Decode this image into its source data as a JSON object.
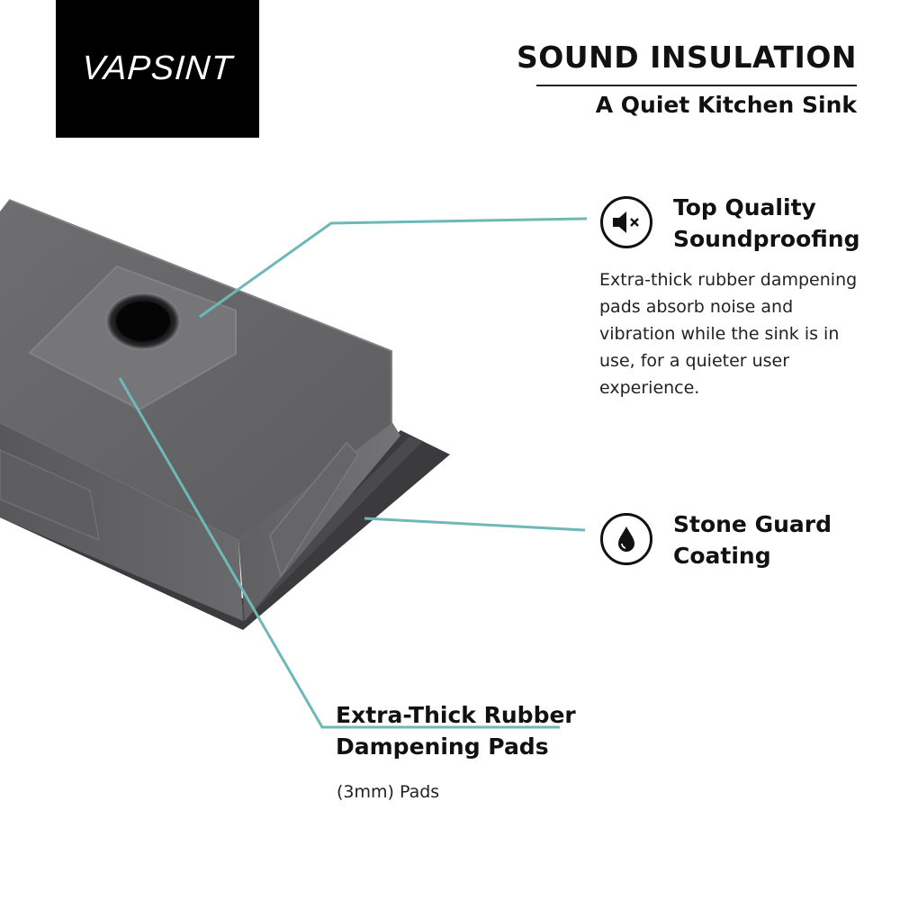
{
  "brand": {
    "logo_text": "VAPSINT"
  },
  "header": {
    "title": "SOUND INSULATION",
    "subtitle": "A Quiet Kitchen Sink"
  },
  "features": {
    "soundproofing": {
      "icon": "speaker-muted-icon",
      "title_line1": "Top Quality",
      "title_line2": "Soundproofing",
      "description": "Extra-thick rubber dampening pads absorb noise and vibration while the sink is in use, for a quieter user experience."
    },
    "stone_guard": {
      "icon": "water-drop-icon",
      "title_line1": "Stone Guard",
      "title_line2": "Coating"
    },
    "pads": {
      "title_line1": "Extra-Thick Rubber",
      "title_line2": "Dampening Pads",
      "description": "(3mm) Pads"
    }
  },
  "colors": {
    "callout_line": "#6fb8b8",
    "sink_body": "#6b6b6d",
    "logo_background": "#000000",
    "text": "#111111"
  }
}
